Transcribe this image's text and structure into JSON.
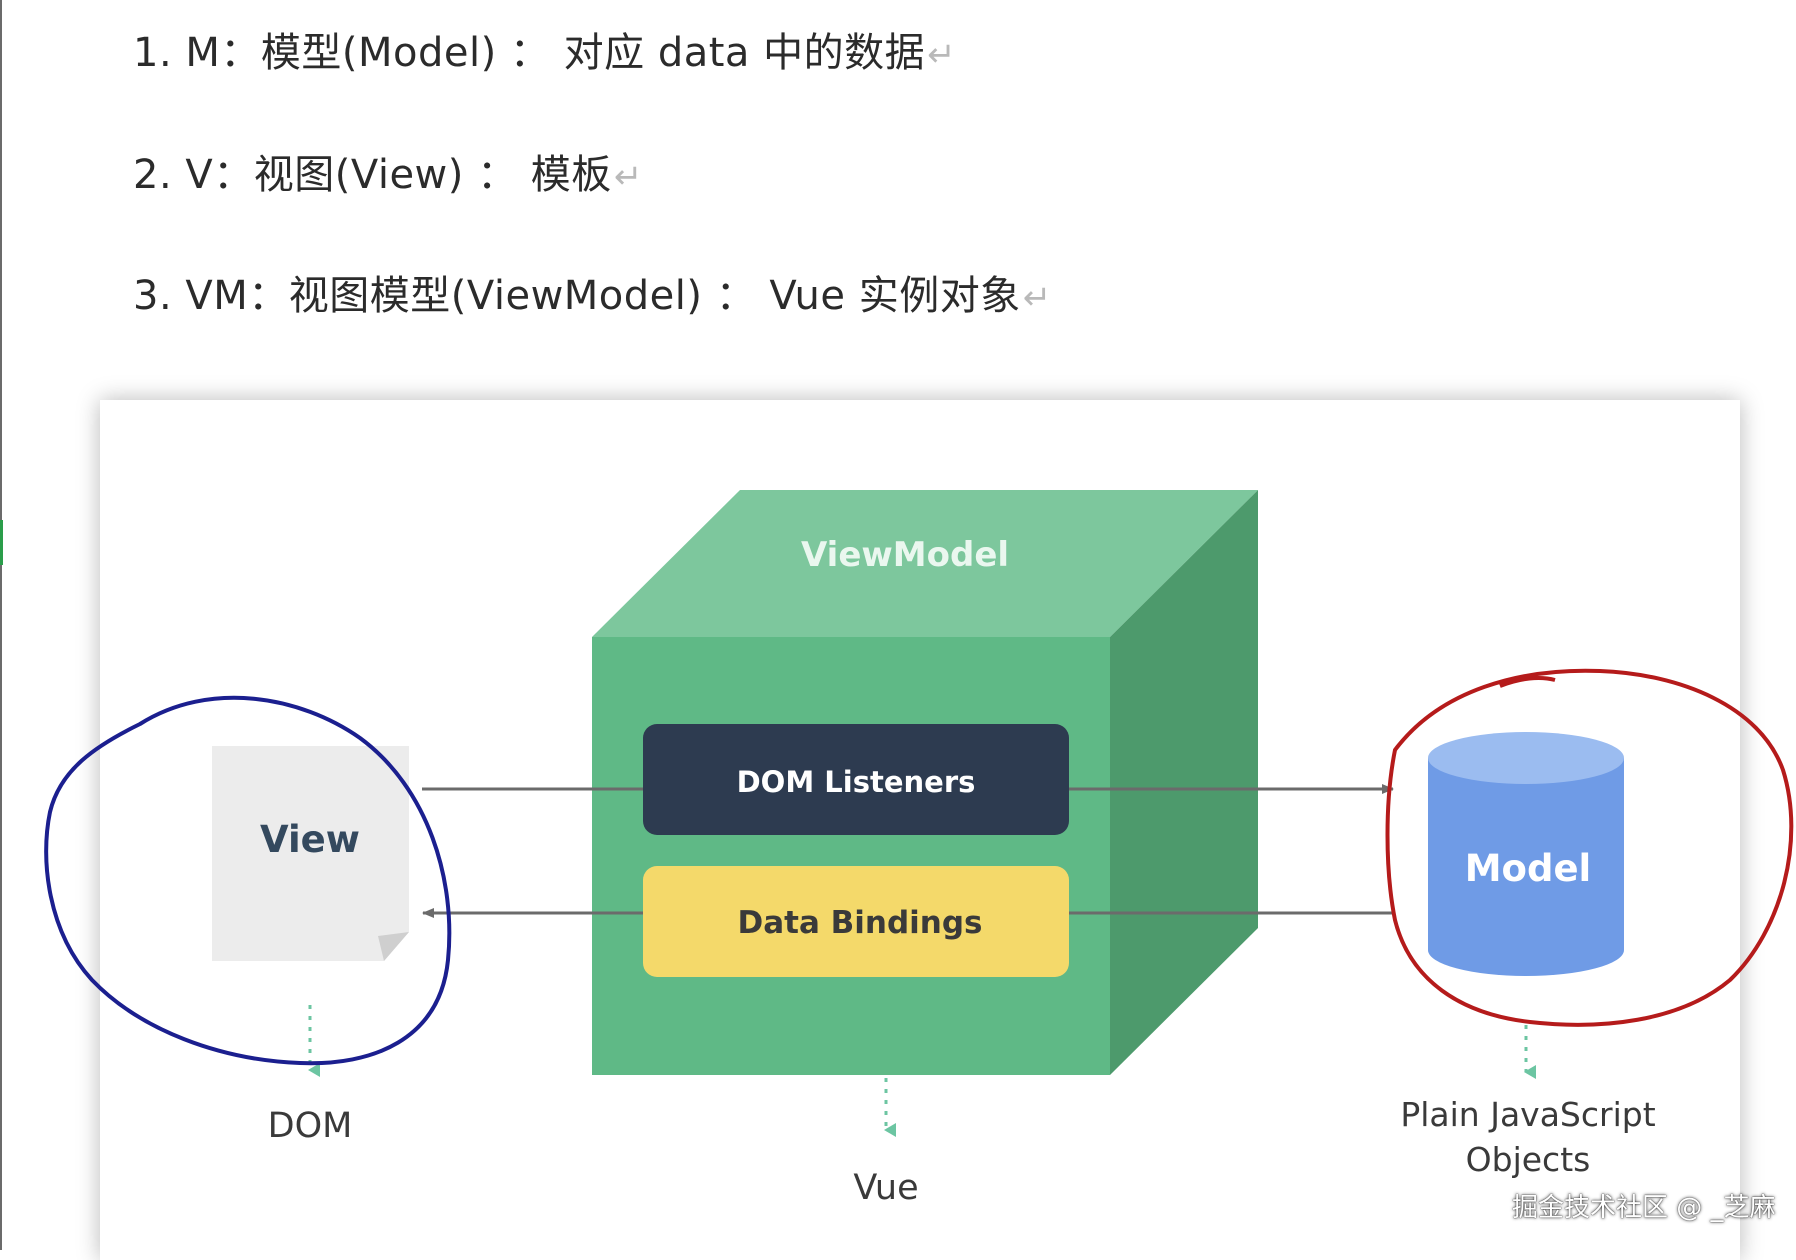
{
  "list": [
    {
      "text": "1. M：模型(Model) ： 对应 data 中的数据",
      "mark": "↵"
    },
    {
      "text": "2. V：视图(View) ： 模板",
      "mark": "↵"
    },
    {
      "text": "3. VM：视图模型(ViewModel) ：  Vue 实例对象",
      "mark": "↵"
    }
  ],
  "diagram": {
    "viewmodel_label": "ViewModel",
    "dom_listeners_label": "DOM Listeners",
    "data_bindings_label": "Data Bindings",
    "view_label": "View",
    "model_label": "Model",
    "dom_caption": "DOM",
    "vue_caption": "Vue",
    "model_caption_line1": "Plain JavaScript",
    "model_caption_line2": "Objects"
  },
  "colors": {
    "cube_front": "#5fb986",
    "cube_top": "#7dc79d",
    "cube_side": "#4d9a6c",
    "dom_listeners": "#2d3b50",
    "data_bindings": "#f4d96a",
    "model_body": "#6f9be6",
    "model_top": "#9bbcf0",
    "view_page": "#ececec",
    "annotation_blue": "#1b1f8f",
    "annotation_red": "#b51b1b",
    "dotted_arrow": "#6cc5a2"
  },
  "watermark": "掘金技术社区 @ _芝麻"
}
